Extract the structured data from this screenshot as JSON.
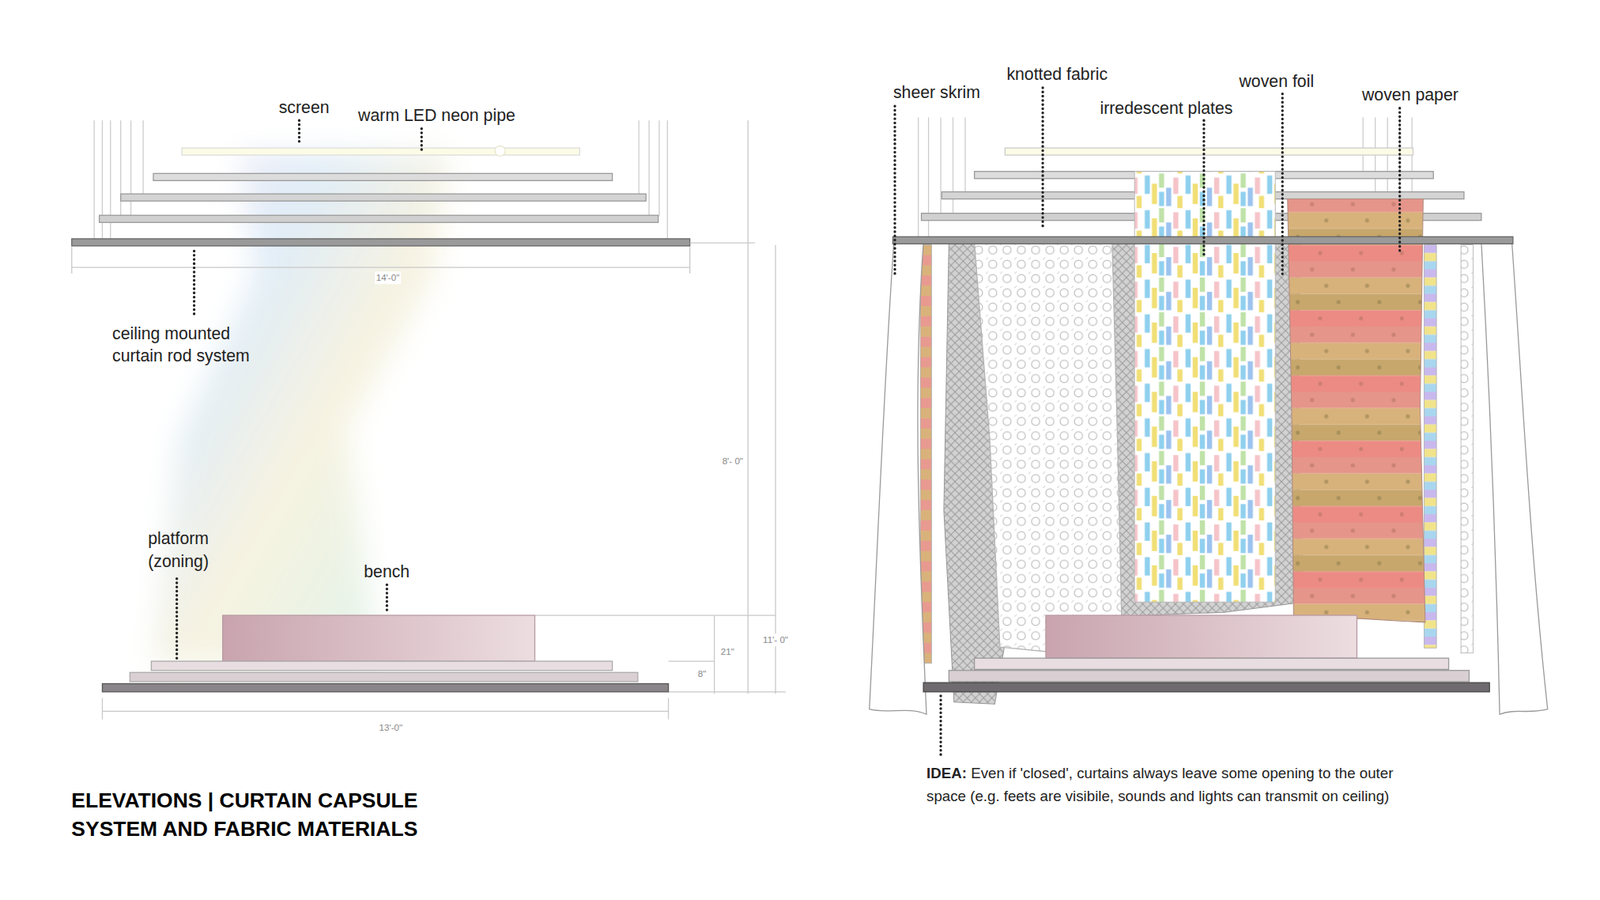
{
  "diagram": {
    "title": "ELEVATIONS | CURTAIN CAPSULE SYSTEM AND FABRIC MATERIALS",
    "labels": [
      "screen",
      "warm LED neon pipe",
      "ceiling mounted curtain rod system",
      "14'-0\"",
      "8'- 0\"",
      "platform (zoning)",
      "bench",
      "21\"",
      "11'- 0\"",
      "8\"",
      "13'-0\"",
      "sheer skrim",
      "knotted fabric",
      "irredescent plates",
      "woven foil",
      "woven paper",
      "IDEA:",
      "Even if 'closed', curtains always leave some opening to the outer space (e.g. feets are visibile, sounds and lights can transmit on ceiling)"
    ]
  }
}
